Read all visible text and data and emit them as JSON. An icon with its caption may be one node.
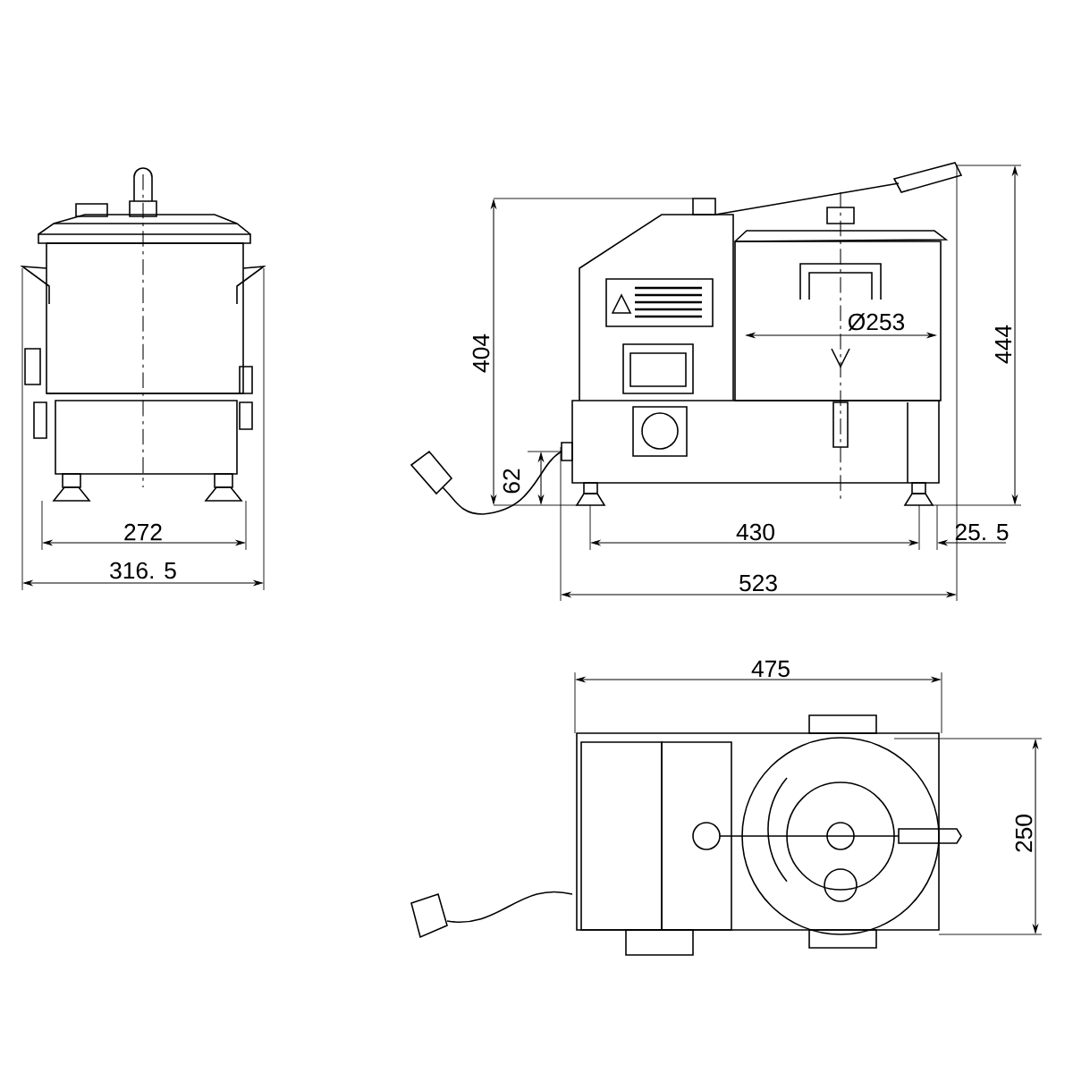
{
  "diagram": {
    "labels": [
      "Ø253",
      "404",
      "444",
      "62",
      "272",
      "430",
      "25. 5",
      "316. 5",
      "523",
      "475",
      "250"
    ]
  }
}
